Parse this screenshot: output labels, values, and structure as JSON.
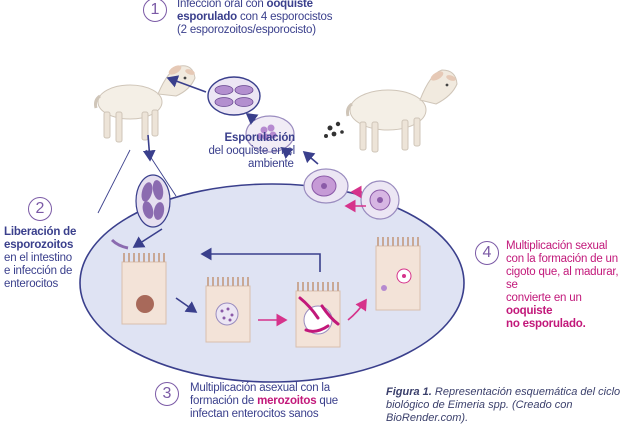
{
  "stage1": {
    "number": "1",
    "line1_pre": "Infección oral con ",
    "line1_bold": "ooquiste",
    "line2_bold": "esporulado",
    "line2_post": " con 4 esporocistos",
    "line3": "(2 esporozoitos/esporocisto)"
  },
  "sporulation": {
    "title": "Esporulación",
    "line1": "del ooquiste en el",
    "line2": "ambiente"
  },
  "stage2": {
    "number": "2",
    "bold1": "Liberación de",
    "bold2": "esporozoitos",
    "line3": "en el intestino",
    "line4": "e infección de",
    "line5": "enterocitos"
  },
  "stage3": {
    "number": "3",
    "line1": "Multiplicación asexual con la",
    "line2_pre": "formación de ",
    "line2_mag": "merozoitos",
    "line2_post": " que",
    "line3": "infectan enterocitos sanos"
  },
  "stage4": {
    "number": "4",
    "line1": "Multiplicación sexual",
    "line2": "con la formación de un",
    "line3": "cigoto que, al madurar, se",
    "line4_pre": "convierte en un ",
    "line4_bold": "ooquiste",
    "line5_bold": "no esporulado."
  },
  "caption": {
    "label": "Figura 1.",
    "text1": " Representación esquemática del ciclo",
    "text2": "biológico de Eimeria spp. (Creado con BioRender.com)."
  },
  "colors": {
    "navy": "#3a3f8c",
    "magenta": "#c2187a",
    "pink_arrow": "#d6338b",
    "ellipse_fill": "#dfe3f3",
    "ellipse_stroke": "#3a3f8c",
    "cell_fill": "#f3e3d8",
    "nucleus": "#a8695a"
  }
}
